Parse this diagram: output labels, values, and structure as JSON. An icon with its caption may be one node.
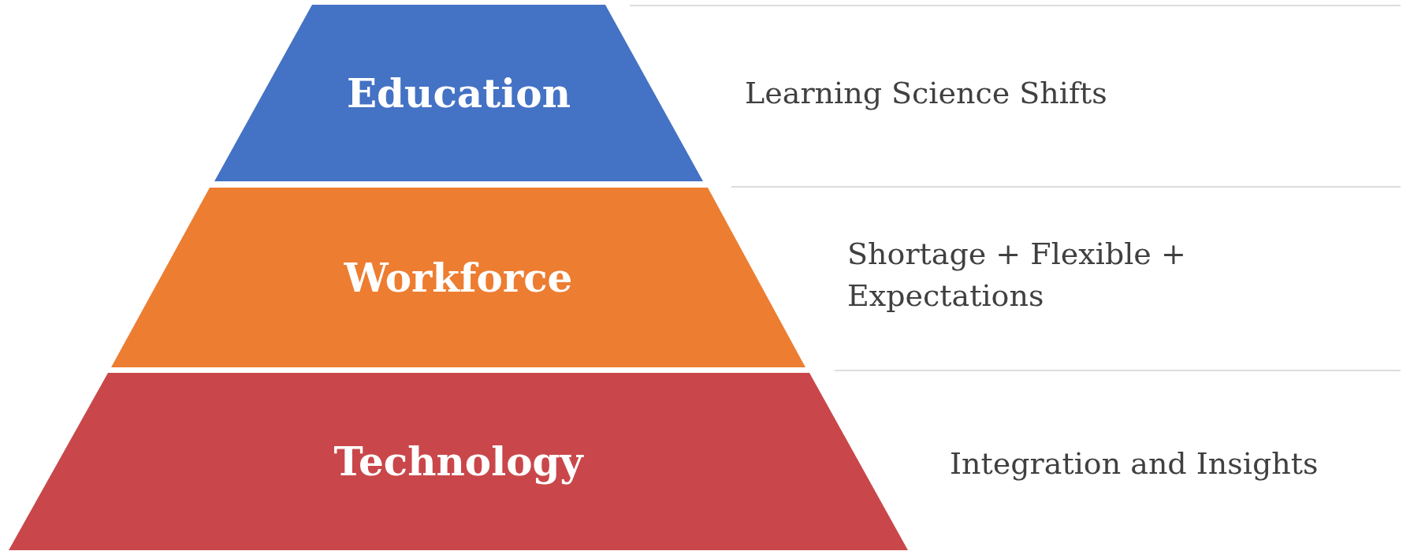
{
  "diagram": {
    "nodes": [
      {
        "text": [
          "Education"
        ],
        "beside": [
          "Learning Science Shifts"
        ]
      },
      {
        "text": [
          "Workforce"
        ],
        "beside": [
          "Shortage + Flexible + Expectations"
        ]
      },
      {
        "text": [
          "Technology"
        ],
        "beside": [
          "Integration and Insights"
        ]
      }
    ]
  }
}
